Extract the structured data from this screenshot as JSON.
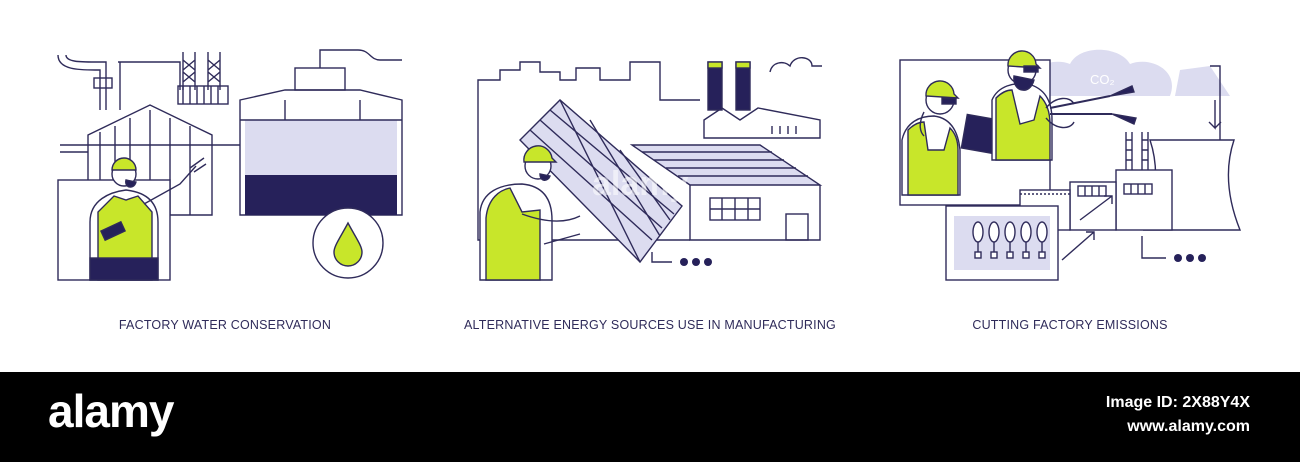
{
  "colors": {
    "ink": "#2f2b5a",
    "accent": "#c8e62a",
    "navy": "#26215a",
    "lavender": "#dcdcf0"
  },
  "panels": [
    {
      "caption": "FACTORY WATER CONSERVATION",
      "icon": "water-drop-icon"
    },
    {
      "caption": "ALTERNATIVE ENERGY SOURCES USE IN MANUFACTURING",
      "icon": "solar-panel-icon"
    },
    {
      "caption": "CUTTING FACTORY EMISSIONS",
      "icon": "co2-cloud-icon",
      "co2_label": "CO₂"
    }
  ],
  "footer": {
    "brand": "alamy",
    "image_id": "Image ID: 2X88Y4X",
    "site": "www.alamy.com"
  },
  "watermark": "alamy"
}
